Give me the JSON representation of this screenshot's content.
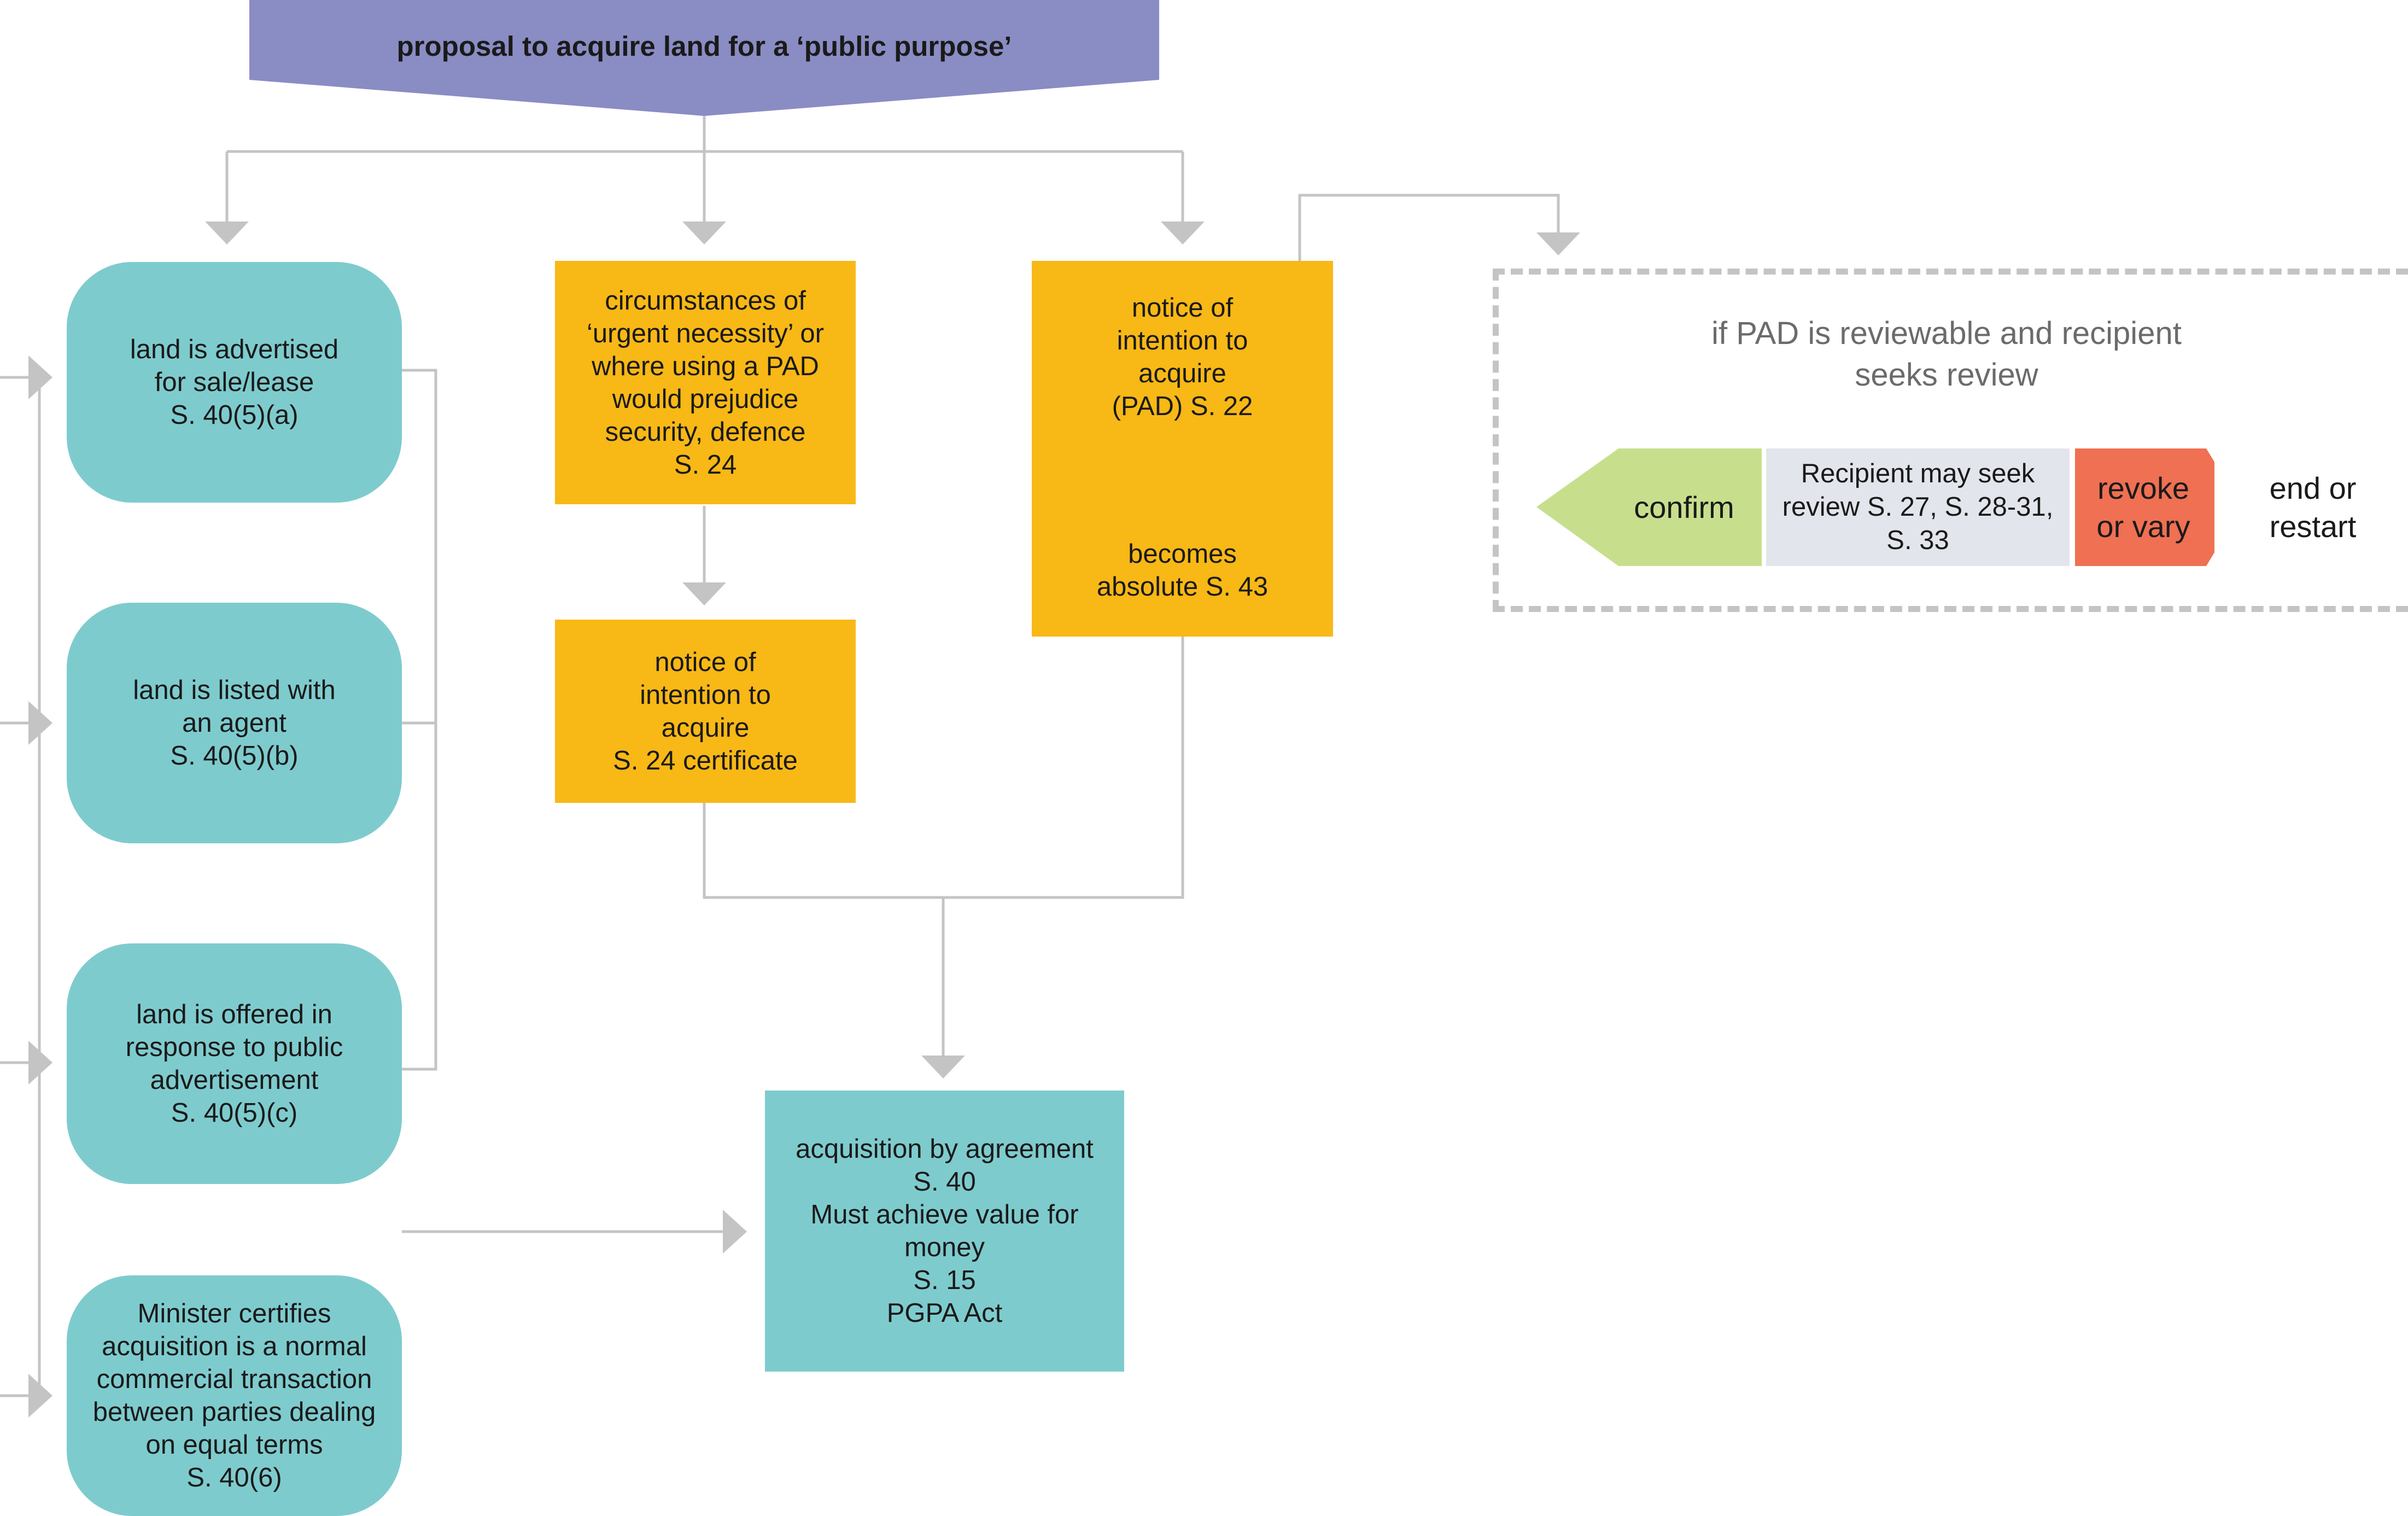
{
  "banner": {
    "text": "proposal to acquire land for a ‘public purpose’"
  },
  "left_boxes": [
    {
      "lines": [
        "land is advertised",
        "for sale/lease",
        "S. 40(5)(a)"
      ]
    },
    {
      "lines": [
        "land is listed with",
        "an agent",
        "S. 40(5)(b)"
      ]
    },
    {
      "lines": [
        "land is offered in",
        "response to public",
        "advertisement",
        "S. 40(5)(c)"
      ]
    },
    {
      "lines": [
        "Minister certifies",
        "acquisition is a normal",
        "commercial transaction",
        "between parties dealing",
        "on equal terms",
        "S. 40(6)"
      ]
    }
  ],
  "urgent_box": {
    "lines": [
      "circumstances of",
      "‘urgent necessity’ or",
      "where using a PAD",
      "would prejudice",
      "security, defence",
      "S. 24"
    ]
  },
  "s24_notice_box": {
    "lines": [
      "notice of",
      "intention to",
      "acquire",
      "S. 24 certificate"
    ]
  },
  "pad_box": {
    "top_lines": [
      "notice of",
      "intention to",
      "acquire",
      "(PAD) S. 22"
    ],
    "bottom_lines": [
      "becomes",
      "absolute S. 43"
    ]
  },
  "agreement_box": {
    "lines": [
      "acquisition by agreement",
      "S. 40",
      "Must achieve value for",
      "money",
      "S. 15",
      "PGPA Act"
    ]
  },
  "review": {
    "title_lines": [
      "if PAD is reviewable and recipient",
      "seeks review"
    ],
    "confirm": "confirm",
    "middle_lines": [
      "Recipient may seek",
      "review S. 27, S. 28-31,",
      "S. 33"
    ],
    "revoke_lines": [
      "revoke",
      "or vary"
    ],
    "end_lines": [
      "end or",
      "restart"
    ]
  },
  "colors": {
    "banner": "#8a8cc4",
    "teal": "#7ecbce",
    "amber": "#f8b816",
    "connector": "#c4c4c4",
    "confirm_green": "#c7df8d",
    "review_grey": "#e3e5ec",
    "revoke_orange": "#ef7053"
  }
}
